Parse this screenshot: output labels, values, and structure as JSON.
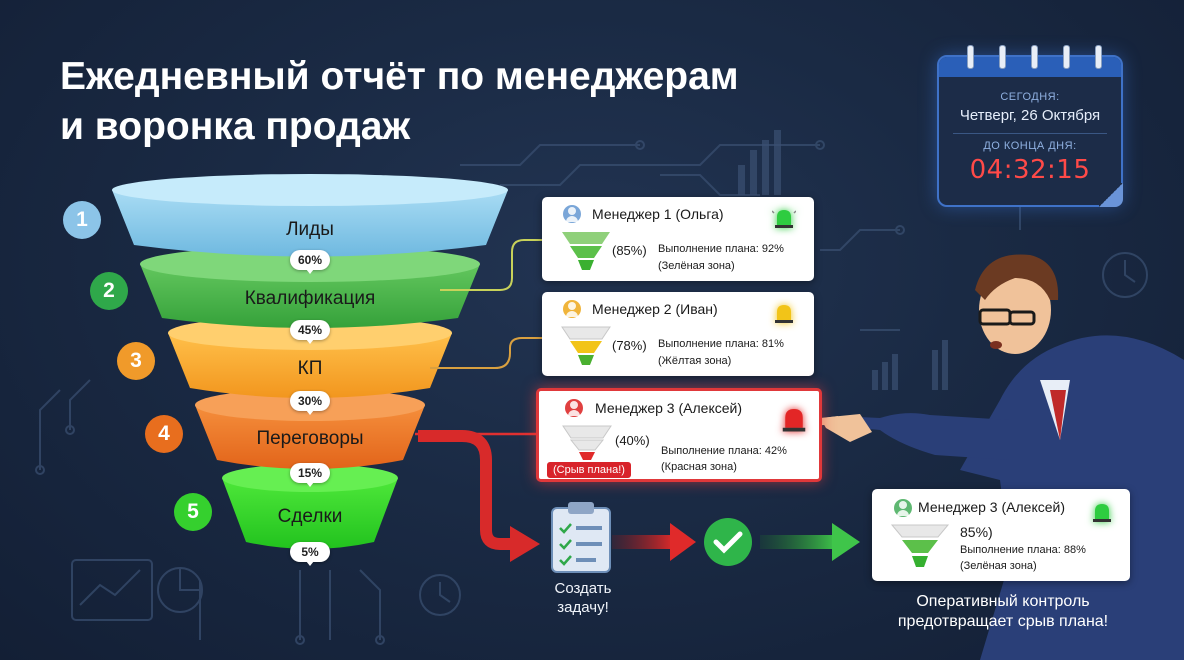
{
  "title_line1": "Ежедневный отчёт по менеджерам",
  "title_line2": "и воронка продаж",
  "calendar": {
    "today_label": "СЕГОДНЯ:",
    "date": "Четверг, 26 Октября",
    "end_label": "ДО КОНЦА ДНЯ:",
    "countdown": "04:32:15"
  },
  "funnel": {
    "stages": [
      {
        "num": "1",
        "label": "Лиды",
        "badge_color": "#8cc4e8",
        "pct_below": "60%"
      },
      {
        "num": "2",
        "label": "Квалификация",
        "badge_color": "#2fa84a",
        "pct_below": "45%"
      },
      {
        "num": "3",
        "label": "КП",
        "badge_color": "#f09a2a",
        "pct_below": "30%"
      },
      {
        "num": "4",
        "label": "Переговоры",
        "badge_color": "#e86e1e",
        "pct_below": "15%"
      },
      {
        "num": "5",
        "label": "Сделки",
        "badge_color": "#35d02e",
        "pct_below": "5%"
      }
    ]
  },
  "managers": [
    {
      "name": "Менеджер 1 (Ольга)",
      "pct": "(85%)",
      "plan": "Выполнение плана: 92%",
      "zone": "(Зелёная зона)",
      "status_color": "#2ecc40",
      "avatar_color": "#7aa6d8"
    },
    {
      "name": "Менеджер 2 (Иван)",
      "pct": "(78%)",
      "plan": "Выполнение плана: 81%",
      "zone": "(Жёлтая зона)",
      "status_color": "#f2c418",
      "avatar_color": "#f0b43a"
    },
    {
      "name": "Менеджер 3 (Алексей)",
      "pct": "(40%)",
      "plan": "Выполнение плана: 42%",
      "zone": "(Красная зона)",
      "status_color": "#e32626",
      "avatar_color": "#e04040",
      "tag": "(Срыв плана!)"
    }
  ],
  "result_card": {
    "name": "Менеджер 3 (Алексей)",
    "pct": "85%)",
    "plan": "Выполнение плана: 88%",
    "zone": "(Зелёная зона)",
    "status_color": "#2ecc40",
    "avatar_color": "#5fb872"
  },
  "task_label_line1": "Создать",
  "task_label_line2": "задачу!",
  "footer_line1": "Оперативный контроль",
  "footer_line2": "предотвращает срыв плана!"
}
